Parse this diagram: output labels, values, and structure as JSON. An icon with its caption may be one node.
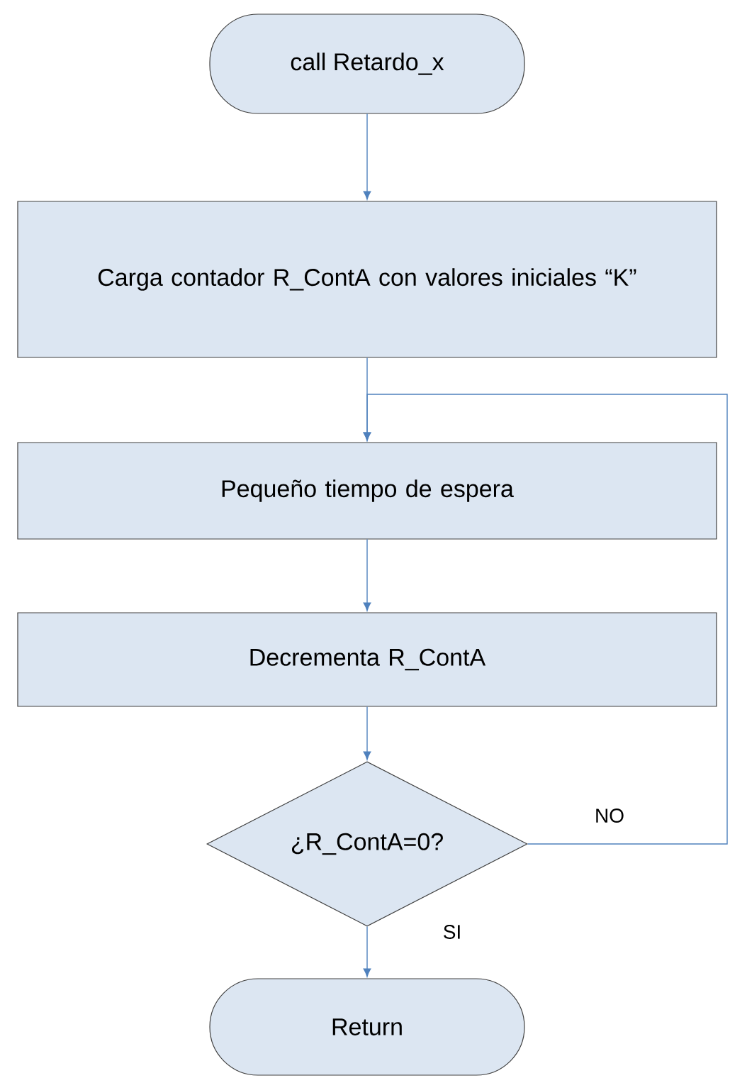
{
  "diagram": {
    "nodes": [
      {
        "text": [
          "call Retardo_x"
        ]
      },
      {
        "text": [
          "Carga contador R_ContA con valores iniciales “K”"
        ]
      },
      {
        "text": [
          "Pequeño tiempo de espera"
        ]
      },
      {
        "text": [
          "Decrementa R_ContA"
        ]
      },
      {
        "text": [
          "¿R_ContA=0?"
        ]
      },
      {
        "text": [
          "Return"
        ]
      }
    ],
    "edges": [
      {
        "from": 0,
        "to": 1,
        "arrow": "to"
      },
      {
        "from": 1,
        "to": 2,
        "arrow": "to"
      },
      {
        "from": 2,
        "to": 3,
        "arrow": "to"
      },
      {
        "from": 3,
        "to": 4,
        "arrow": "to"
      },
      {
        "from": 4,
        "to": 5,
        "arrow": "to",
        "label": "SI"
      },
      {
        "from": 4,
        "to": 2,
        "arrow": "to",
        "label": "NO"
      }
    ]
  }
}
